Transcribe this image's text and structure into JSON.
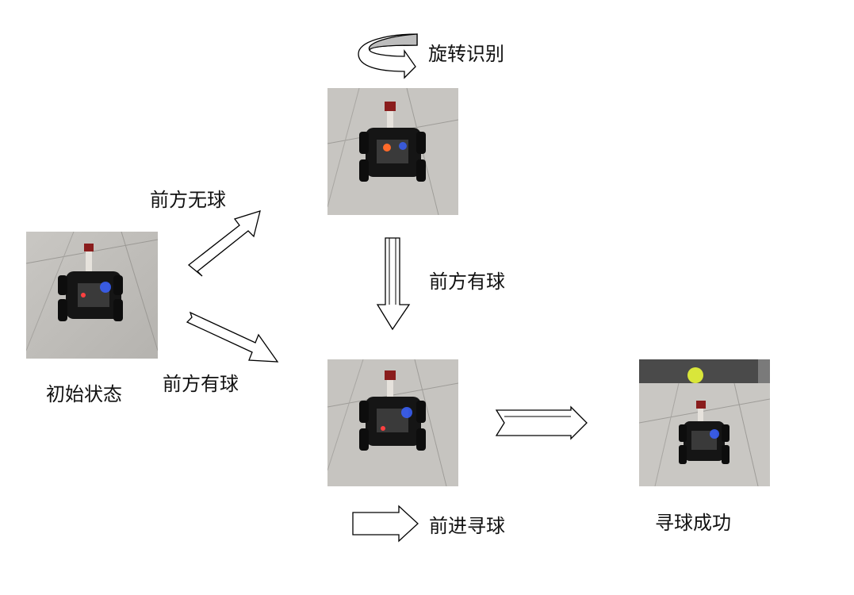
{
  "labels": {
    "initial_state": "初始状态",
    "no_ball_ahead": "前方无球",
    "ball_ahead_left": "前方有球",
    "rotate_identify": "旋转识别",
    "ball_ahead_center": "前方有球",
    "forward_search": "前进寻球",
    "search_success": "寻球成功"
  },
  "photos": [
    {
      "name": "robot-car-initial",
      "led_color": "#3a62ff"
    },
    {
      "name": "robot-car-rotating",
      "led_color": "#ff6a2a"
    },
    {
      "name": "robot-car-forward",
      "led_color": "#3a62ff"
    },
    {
      "name": "robot-car-with-ball",
      "led_color": "#3a62ff",
      "ball_color": "#d9e63a"
    }
  ]
}
